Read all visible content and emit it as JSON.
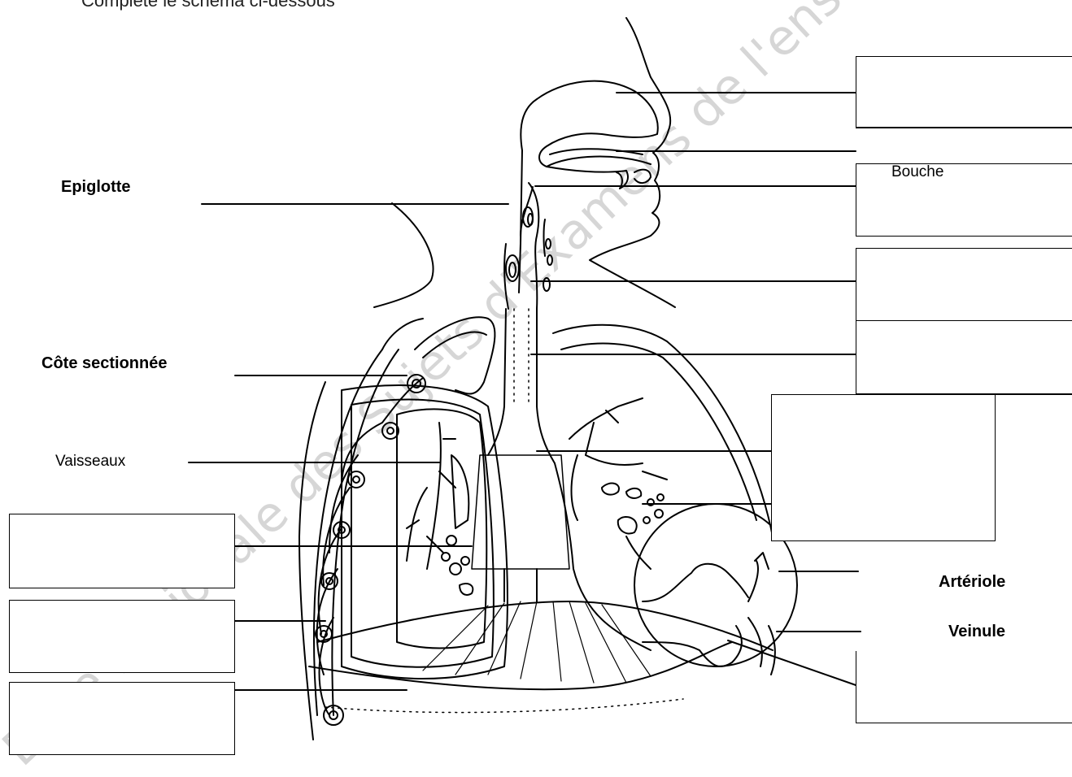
{
  "header": {
    "text": "Complète le schéma ci-dessous"
  },
  "watermark": {
    "text": "Base Nationale des Sujets d'Examens de l'enseignement"
  },
  "labels": {
    "epiglotte": "Epiglotte",
    "cote": "Côte sectionnée",
    "vaisseaux": "Vaisseaux",
    "bouche": "Bouche",
    "arteriole": "Artériole",
    "veinule": "Veinule"
  },
  "answer_boxes": [
    {
      "answer": ""
    },
    {
      "answer": ""
    },
    {
      "answer": ""
    },
    {
      "answer": ""
    },
    {
      "answer": ""
    },
    {
      "answer": ""
    },
    {
      "answer": ""
    },
    {
      "answer": ""
    },
    {
      "answer": ""
    },
    {
      "answer": ""
    },
    {
      "answer": ""
    }
  ],
  "colors": {
    "line": "#000000",
    "background": "#ffffff",
    "watermark": "#c8c8c8"
  }
}
